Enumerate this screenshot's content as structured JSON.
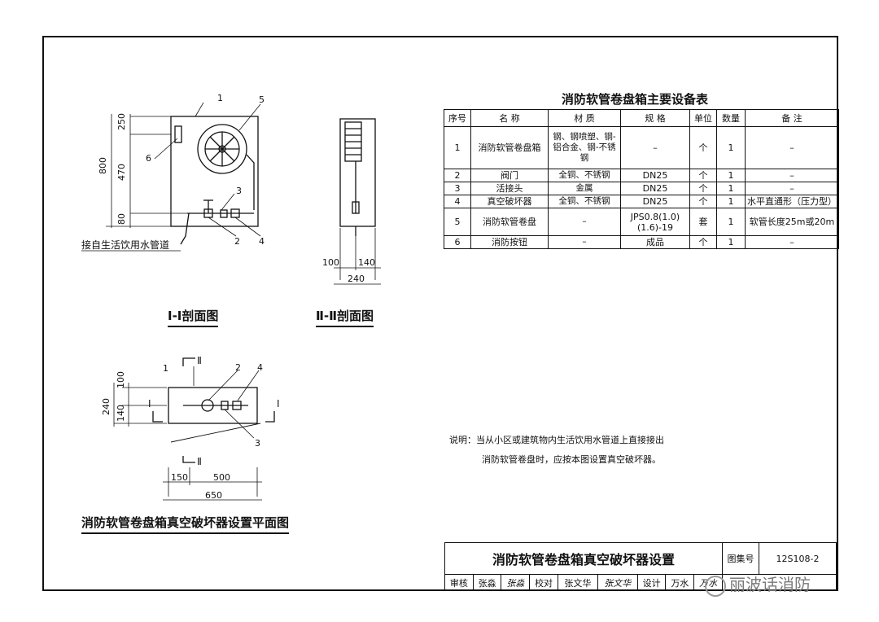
{
  "table": {
    "title": "消防软管卷盘箱主要设备表",
    "headers": [
      "序号",
      "名 称",
      "材 质",
      "规 格",
      "单位",
      "数量",
      "备 注"
    ],
    "rows": [
      {
        "no": "1",
        "name": "消防软管卷盘箱",
        "material": "钢、钢喷塑、钢-铝合金、钢-不锈钢",
        "spec": "–",
        "unit": "个",
        "qty": "1",
        "remark": "–"
      },
      {
        "no": "2",
        "name": "阀门",
        "material": "全铜、不锈钢",
        "spec": "DN25",
        "unit": "个",
        "qty": "1",
        "remark": "–"
      },
      {
        "no": "3",
        "name": "活接头",
        "material": "金属",
        "spec": "DN25",
        "unit": "个",
        "qty": "1",
        "remark": "–"
      },
      {
        "no": "4",
        "name": "真空破坏器",
        "material": "全铜、不锈钢",
        "spec": "DN25",
        "unit": "个",
        "qty": "1",
        "remark": "水平直通形（压力型）"
      },
      {
        "no": "5",
        "name": "消防软管卷盘",
        "material": "–",
        "spec": "JPS0.8(1.0)(1.6)-19",
        "unit": "套",
        "qty": "1",
        "remark": "软管长度25m或20m"
      },
      {
        "no": "6",
        "name": "消防按钮",
        "material": "–",
        "spec": "成品",
        "unit": "个",
        "qty": "1",
        "remark": "–"
      }
    ]
  },
  "note": {
    "line1": "说明：当从小区或建筑物内生活饮用水管道上直接接出",
    "line2": "消防软管卷盘时，应按本图设置真空破坏器。"
  },
  "section1": {
    "caption": "Ⅰ-Ⅰ剖面图",
    "dims": [
      "800",
      "250",
      "470",
      "80"
    ],
    "labels": [
      "1",
      "5",
      "6",
      "3",
      "2",
      "4"
    ],
    "pipe_label": "接自生活饮用水管道"
  },
  "section2": {
    "caption": "Ⅱ-Ⅱ剖面图",
    "dims": [
      "100",
      "140",
      "240"
    ]
  },
  "plan": {
    "caption": "消防软管卷盘箱真空破坏器设置平面图",
    "dims_left": [
      "240",
      "100",
      "140"
    ],
    "dims_bottom": [
      "150",
      "500",
      "650"
    ],
    "labels": [
      "1",
      "2",
      "4",
      "3"
    ],
    "section_marks": [
      "Ⅱ",
      "Ⅰ",
      "Ⅰ",
      "Ⅱ"
    ]
  },
  "titleblock": {
    "title": "消防软管卷盘箱真空破坏器设置",
    "atlas_label": "图集号",
    "atlas_no": "12S108-2",
    "cells": [
      "审核",
      "张淼",
      "张淼",
      "校对",
      "张文华",
      "张文华",
      "设计",
      "万水",
      "万水"
    ]
  },
  "watermark": "丽波话消防"
}
